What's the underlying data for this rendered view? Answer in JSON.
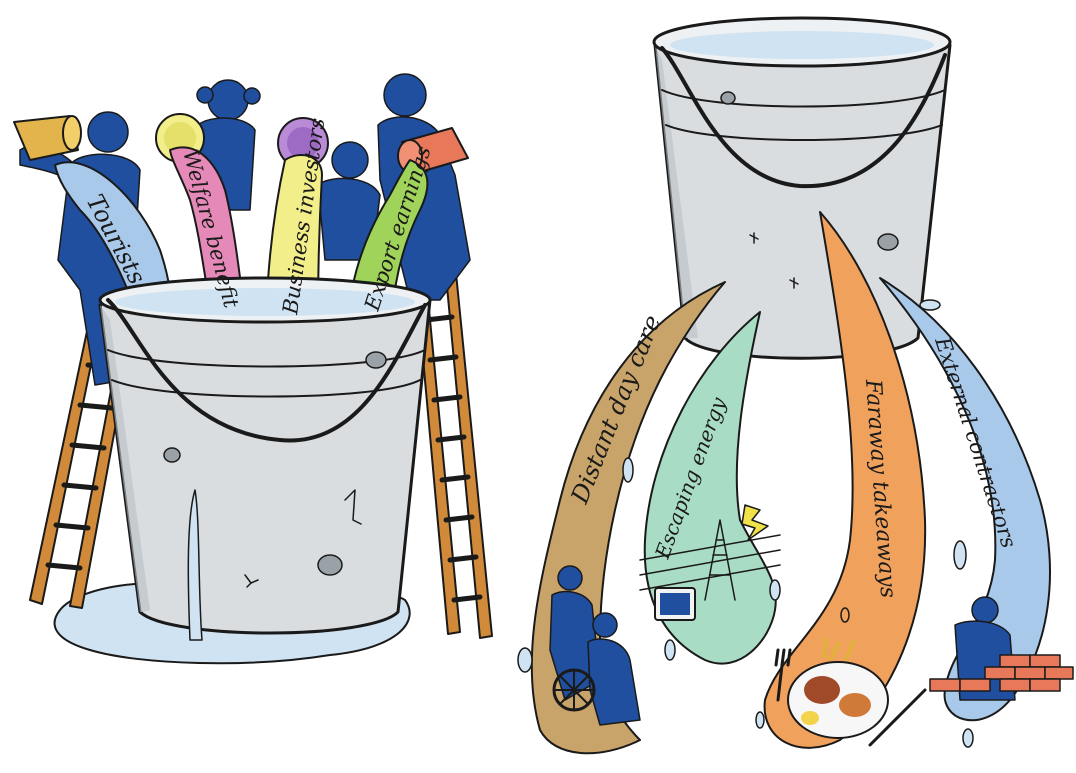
{
  "inflows": {
    "tourists": "Tourists",
    "welfare": "Welfare benefit",
    "business": "Business investors",
    "export": "Export earnings"
  },
  "leaks": {
    "daycare": "Distant day care",
    "energy": "Escaping energy",
    "takeaways": "Faraway takeaways",
    "contractors": "External contractors"
  },
  "colors": {
    "bucket": "#d9dde0",
    "bucket_shade": "#b9bfc4",
    "water": "#cfe3f2",
    "people": "#1f4f9e",
    "ladder": "#d08a3a",
    "tourists": "#a9c9ea",
    "welfare": "#e58ab8",
    "business": "#f2ee8a",
    "export": "#9fd35a",
    "daycare": "#c9a46a",
    "energy": "#a9dcc4",
    "takeaways": "#f0a15c",
    "contractors": "#a9c9ea"
  },
  "icons": [
    "person-figure",
    "pot",
    "wheelchair",
    "pylon",
    "television",
    "lightning",
    "plate",
    "fork",
    "knife",
    "brick-wall"
  ]
}
